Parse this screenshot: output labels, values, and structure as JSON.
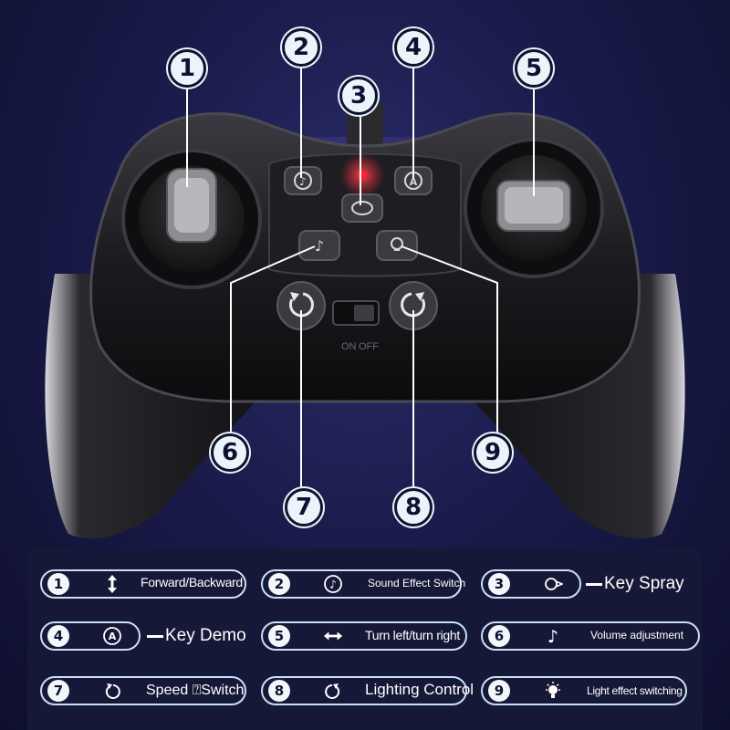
{
  "callouts": [
    "1",
    "2",
    "3",
    "4",
    "5",
    "6",
    "7",
    "8",
    "9"
  ],
  "switch_labels": {
    "on": "ON",
    "off": "OFF"
  },
  "legend": {
    "items": [
      {
        "num": "1",
        "icon": "up-down-arrow-icon",
        "label": "Forward/Backward"
      },
      {
        "num": "2",
        "icon": "sound-effect-icon",
        "label": "Sound Effect Switch"
      },
      {
        "num": "3",
        "icon": "spray-icon",
        "label": "Key Spray"
      },
      {
        "num": "4",
        "icon": "demo-icon",
        "label": "Key Demo"
      },
      {
        "num": "5",
        "icon": "left-right-arrow-icon",
        "label": "Turn left/turn right"
      },
      {
        "num": "6",
        "icon": "volume-note-icon",
        "label": "Volume adjustment"
      },
      {
        "num": "7",
        "icon": "rotate-left-icon",
        "label": "Speed ⍰Switch"
      },
      {
        "num": "8",
        "icon": "rotate-right-icon",
        "label": "Lighting Control"
      },
      {
        "num": "9",
        "icon": "light-bulb-icon",
        "label": "Light effect switching"
      }
    ]
  },
  "colors": {
    "background": "#1a1b4a",
    "callout_fill": "#e9f5fb",
    "pill_border": "#c6e2f4",
    "led": "#ff2233"
  }
}
